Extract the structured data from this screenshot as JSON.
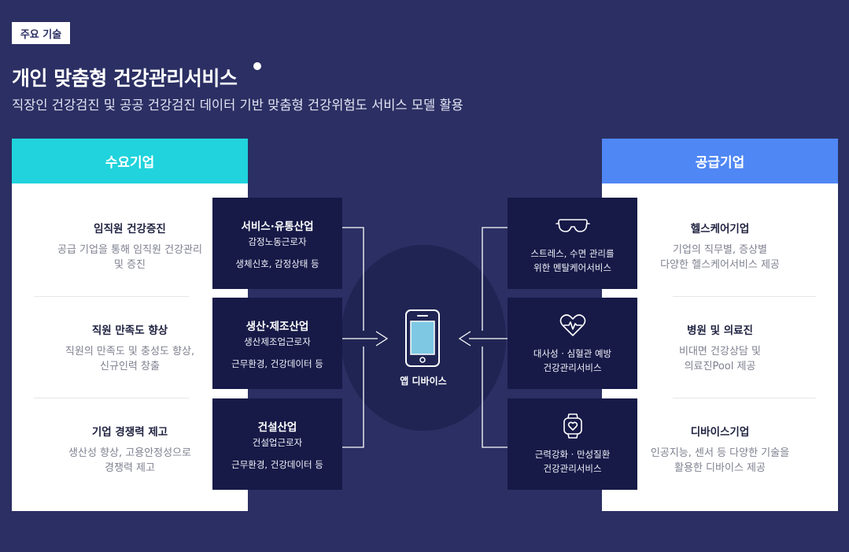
{
  "tag_label": "주요 기술",
  "title": "개인 맞춤형 건강관리서비스",
  "subtitle": "직장인 건강검진 및 공공 건강검진 데이터 기반 맞춤형 건강위험도 서비스 모델 활용",
  "demand": {
    "header": "수요기업",
    "items": [
      {
        "title": "임직원 건강증진",
        "desc1": "공급 기업을 통해 임직원 건강관리",
        "desc2": "및 증진"
      },
      {
        "title": "직원 만족도 향상",
        "desc1": "직원의 만족도 및 충성도 향상,",
        "desc2": "신규인력 창출"
      },
      {
        "title": "기업 경쟁력 제고",
        "desc1": "생산성 향상, 고용안정성으로",
        "desc2": "경쟁력 제고"
      }
    ]
  },
  "industries": [
    {
      "title": "서비스·유통산업",
      "workers": "감정노동근로자",
      "data": "생체신호, 감정상태 등"
    },
    {
      "title": "생산·제조산업",
      "workers": "생산제조업근로자",
      "data": "근무환경, 건강데이터 등"
    },
    {
      "title": "건설산업",
      "workers": "건설업근로자",
      "data": "근무환경, 건강데이터 등"
    }
  ],
  "device_label": "앱 디바이스",
  "services": [
    {
      "icon": "vr-headset-icon",
      "line1": "스트레스, 수면 관리를",
      "line2": "위한 멘탈케어서비스"
    },
    {
      "icon": "heartbeat-icon",
      "line1": "대사성 · 심혈관 예방",
      "line2": "건강관리서비스"
    },
    {
      "icon": "smartwatch-icon",
      "line1": "근력강화 · 만성질환",
      "line2": "건강관리서비스"
    }
  ],
  "supply": {
    "header": "공급기업",
    "items": [
      {
        "title": "헬스케어기업",
        "desc1": "기업의 직무별, 증상별",
        "desc2": "다양한 헬스케어서비스 제공"
      },
      {
        "title": "병원 및 의료진",
        "desc1": "비대면 건강상담 및",
        "desc2": "의료진Pool 제공"
      },
      {
        "title": "디바이스기업",
        "desc1": "인공지능, 센서 등 다양한 기술을",
        "desc2": "활용한 디바이스 제공"
      }
    ]
  },
  "colors": {
    "background": "#2b2f63",
    "demand_accent": "#20d3dc",
    "supply_accent": "#4f87f5",
    "box": "#171a47",
    "screen": "#7ec8e3"
  }
}
